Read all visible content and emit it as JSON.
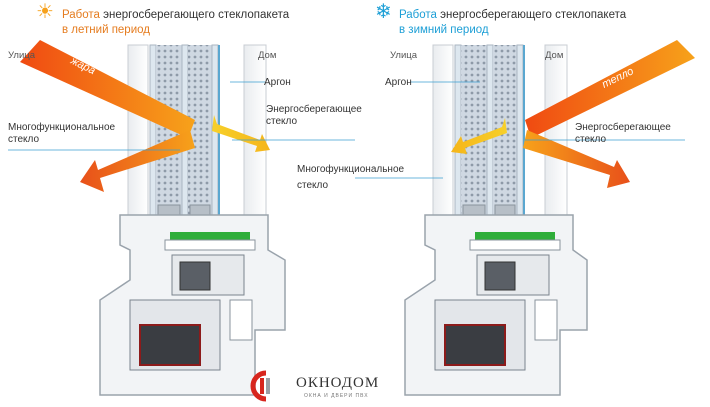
{
  "summer": {
    "header_prefix": "Работа",
    "header_rest": " энергосберегающего стеклопакета",
    "header_period": "в летний период",
    "icon": "sun-icon",
    "outside": "Улица",
    "inside": "Дом",
    "heat_word": "жара",
    "argon": "Аргон",
    "energy_glass_line1": "Энергосберегающее",
    "energy_glass_line2": "стекло",
    "multi_glass_line1": "Многофункциональное",
    "multi_glass_line2": "стекло"
  },
  "winter": {
    "header_prefix": "Работа",
    "header_rest": " энергосберегающего стеклопакета",
    "header_period": "в зимний период",
    "icon": "snowflake-icon",
    "outside": "Улица",
    "inside": "Дом",
    "heat_word": "тепло",
    "argon": "Аргон",
    "energy_glass_line1": "Энергосберегающее",
    "energy_glass_line2": "стекло",
    "multi_glass_line1": "Многофункциональное",
    "multi_glass_line2": "стекло"
  },
  "brand": {
    "name": "ОКНОДОМ",
    "tagline": "ОКНА И ДВЕРИ ПВХ"
  },
  "colors": {
    "summer_accent": "#e57c1f",
    "winter_accent": "#1d9fd6",
    "arrow_orange": "#f08a1c",
    "arrow_yellow": "#f7c21a",
    "gasket_green": "#2fae3a",
    "logo_red": "#d7261e"
  }
}
